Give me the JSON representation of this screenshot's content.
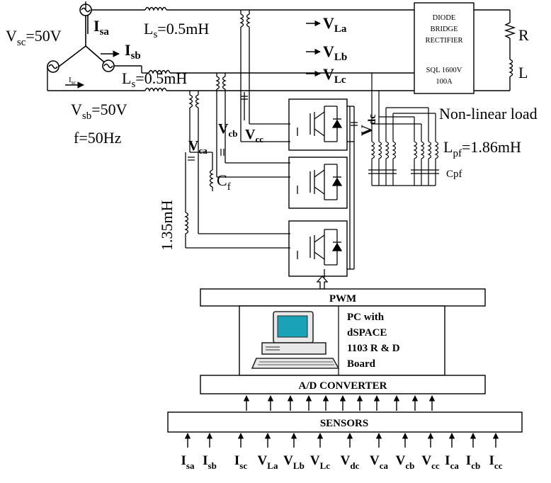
{
  "source": {
    "vsc_main": "V",
    "vsc_sub": "sc",
    "vsc_val": "=50V",
    "vsb_main": "V",
    "vsb_sub": "sb",
    "vsb_val": "=50V",
    "freq": "f=50Hz",
    "isa_main": "I",
    "isa_sub": "sa",
    "isb_main": "I",
    "isb_sub": "sb",
    "isc_main": "I",
    "isc_sub": "sc"
  },
  "inductors": {
    "ls1_main": "L",
    "ls1_sub": "s",
    "ls1_val": "=0.5mH",
    "ls2_main": "L",
    "ls2_sub": "s",
    "ls2_val": "=0.5mH",
    "filter_l": "1.35mH",
    "cf_main": "C",
    "cf_sub": "f"
  },
  "load_voltages": [
    {
      "main": "V",
      "sub": "La"
    },
    {
      "main": "V",
      "sub": "Lb"
    },
    {
      "main": "V",
      "sub": "Lc"
    }
  ],
  "rectifier": {
    "line1": "DIODE",
    "line2": "BRIDGE",
    "line3": "RECTIFIER",
    "line4": "SQL  1600V",
    "line5": "100A",
    "r_label": "R",
    "l_label": "L",
    "nonlinear": "Non-linear load",
    "lpf_main": "L",
    "lpf_sub": "pf",
    "lpf_val": "=1.86mH",
    "cpf": "Cpf"
  },
  "dvr": {
    "vdc_main": "V",
    "vdc_sub": "dc",
    "vca_main": "V",
    "vca_sub": "ca",
    "vcb_main": "V",
    "vcb_sub": "cb",
    "vcc_main": "V",
    "vcc_sub": "cc"
  },
  "control": {
    "pwm": "PWM",
    "pc_line1": "PC with",
    "pc_line2": "dSPACE",
    "pc_line3": "1103 R & D",
    "pc_line4": "Board",
    "adc": "A/D CONVERTER",
    "sensors": "SENSORS"
  },
  "sensor_signals": [
    {
      "main": "I",
      "sub": "sa"
    },
    {
      "main": "I",
      "sub": "sb"
    },
    {
      "main": "I",
      "sub": "sc"
    },
    {
      "main": "V",
      "sub": "La"
    },
    {
      "main": "V",
      "sub": "Lb"
    },
    {
      "main": "V",
      "sub": "Lc"
    },
    {
      "main": "V",
      "sub": "dc"
    },
    {
      "main": "V",
      "sub": "ca"
    },
    {
      "main": "V",
      "sub": "cb"
    },
    {
      "main": "V",
      "sub": "cc"
    },
    {
      "main": "I",
      "sub": "ca"
    },
    {
      "main": "I",
      "sub": "cb"
    },
    {
      "main": "I",
      "sub": "cc"
    }
  ],
  "colors": {
    "line": "#000000",
    "screen": "#1aa3b8",
    "screen_frame": "#2a2a2a"
  }
}
